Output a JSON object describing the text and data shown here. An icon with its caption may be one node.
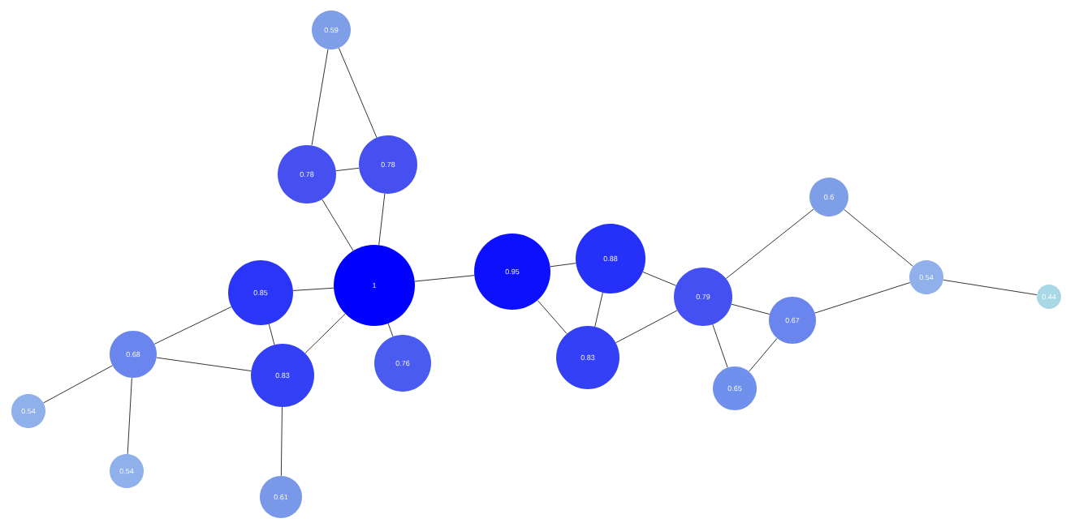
{
  "diagram": {
    "nodes": [
      {
        "text": [
          "0.59"
        ]
      },
      {
        "text": [
          "0.78"
        ]
      },
      {
        "text": [
          "0.78"
        ]
      },
      {
        "text": [
          "1"
        ]
      },
      {
        "text": [
          "0.85"
        ]
      },
      {
        "text": [
          "0.95"
        ]
      },
      {
        "text": [
          "0.88"
        ]
      },
      {
        "text": [
          "0.68"
        ]
      },
      {
        "text": [
          "0.83"
        ]
      },
      {
        "text": [
          "0.76"
        ]
      },
      {
        "text": [
          "0.83"
        ]
      },
      {
        "text": [
          "0.79"
        ]
      },
      {
        "text": [
          "0.6"
        ]
      },
      {
        "text": [
          "0.54"
        ]
      },
      {
        "text": [
          "0.44"
        ]
      },
      {
        "text": [
          "0.67"
        ]
      },
      {
        "text": [
          "0.65"
        ]
      },
      {
        "text": [
          "0.54"
        ]
      },
      {
        "text": [
          "0.54"
        ]
      },
      {
        "text": [
          "0.61"
        ]
      }
    ],
    "edges": [
      {
        "from": 0,
        "to": 1,
        "arrow": "none"
      },
      {
        "from": 0,
        "to": 2,
        "arrow": "none"
      },
      {
        "from": 1,
        "to": 2,
        "arrow": "none"
      },
      {
        "from": 1,
        "to": 3,
        "arrow": "none"
      },
      {
        "from": 2,
        "to": 3,
        "arrow": "none"
      },
      {
        "from": 3,
        "to": 4,
        "arrow": "none"
      },
      {
        "from": 3,
        "to": 5,
        "arrow": "none"
      },
      {
        "from": 3,
        "to": 8,
        "arrow": "none"
      },
      {
        "from": 3,
        "to": 9,
        "arrow": "none"
      },
      {
        "from": 4,
        "to": 7,
        "arrow": "none"
      },
      {
        "from": 4,
        "to": 8,
        "arrow": "none"
      },
      {
        "from": 7,
        "to": 8,
        "arrow": "none"
      },
      {
        "from": 7,
        "to": 17,
        "arrow": "none"
      },
      {
        "from": 7,
        "to": 18,
        "arrow": "none"
      },
      {
        "from": 8,
        "to": 19,
        "arrow": "none"
      },
      {
        "from": 5,
        "to": 6,
        "arrow": "none"
      },
      {
        "from": 5,
        "to": 10,
        "arrow": "none"
      },
      {
        "from": 6,
        "to": 10,
        "arrow": "none"
      },
      {
        "from": 6,
        "to": 11,
        "arrow": "none"
      },
      {
        "from": 10,
        "to": 11,
        "arrow": "none"
      },
      {
        "from": 11,
        "to": 12,
        "arrow": "none"
      },
      {
        "from": 11,
        "to": 15,
        "arrow": "none"
      },
      {
        "from": 11,
        "to": 16,
        "arrow": "none"
      },
      {
        "from": 15,
        "to": 16,
        "arrow": "none"
      },
      {
        "from": 15,
        "to": 13,
        "arrow": "none"
      },
      {
        "from": 12,
        "to": 13,
        "arrow": "none"
      },
      {
        "from": 13,
        "to": 14,
        "arrow": "none"
      }
    ]
  }
}
